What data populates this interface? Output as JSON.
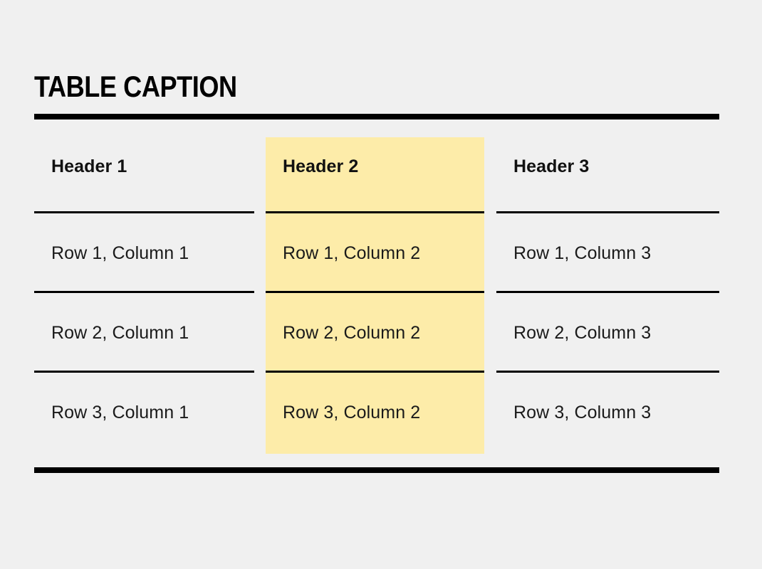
{
  "page": {
    "background_color": "#f0f0f0",
    "text_color": "#111111",
    "rule_color": "#000000",
    "highlight_color": "#fdeca9"
  },
  "table": {
    "caption": "TABLE CAPTION",
    "highlighted_column_index": 1,
    "headers": [
      "Header 1",
      "Header 2",
      "Header 3"
    ],
    "rows": [
      [
        "Row 1, Column 1",
        "Row 1, Column 2",
        "Row 1, Column 3"
      ],
      [
        "Row 2, Column 1",
        "Row 2, Column 2",
        "Row 2, Column 3"
      ],
      [
        "Row 3, Column 1",
        "Row 3, Column 2",
        "Row 3, Column 3"
      ]
    ]
  }
}
